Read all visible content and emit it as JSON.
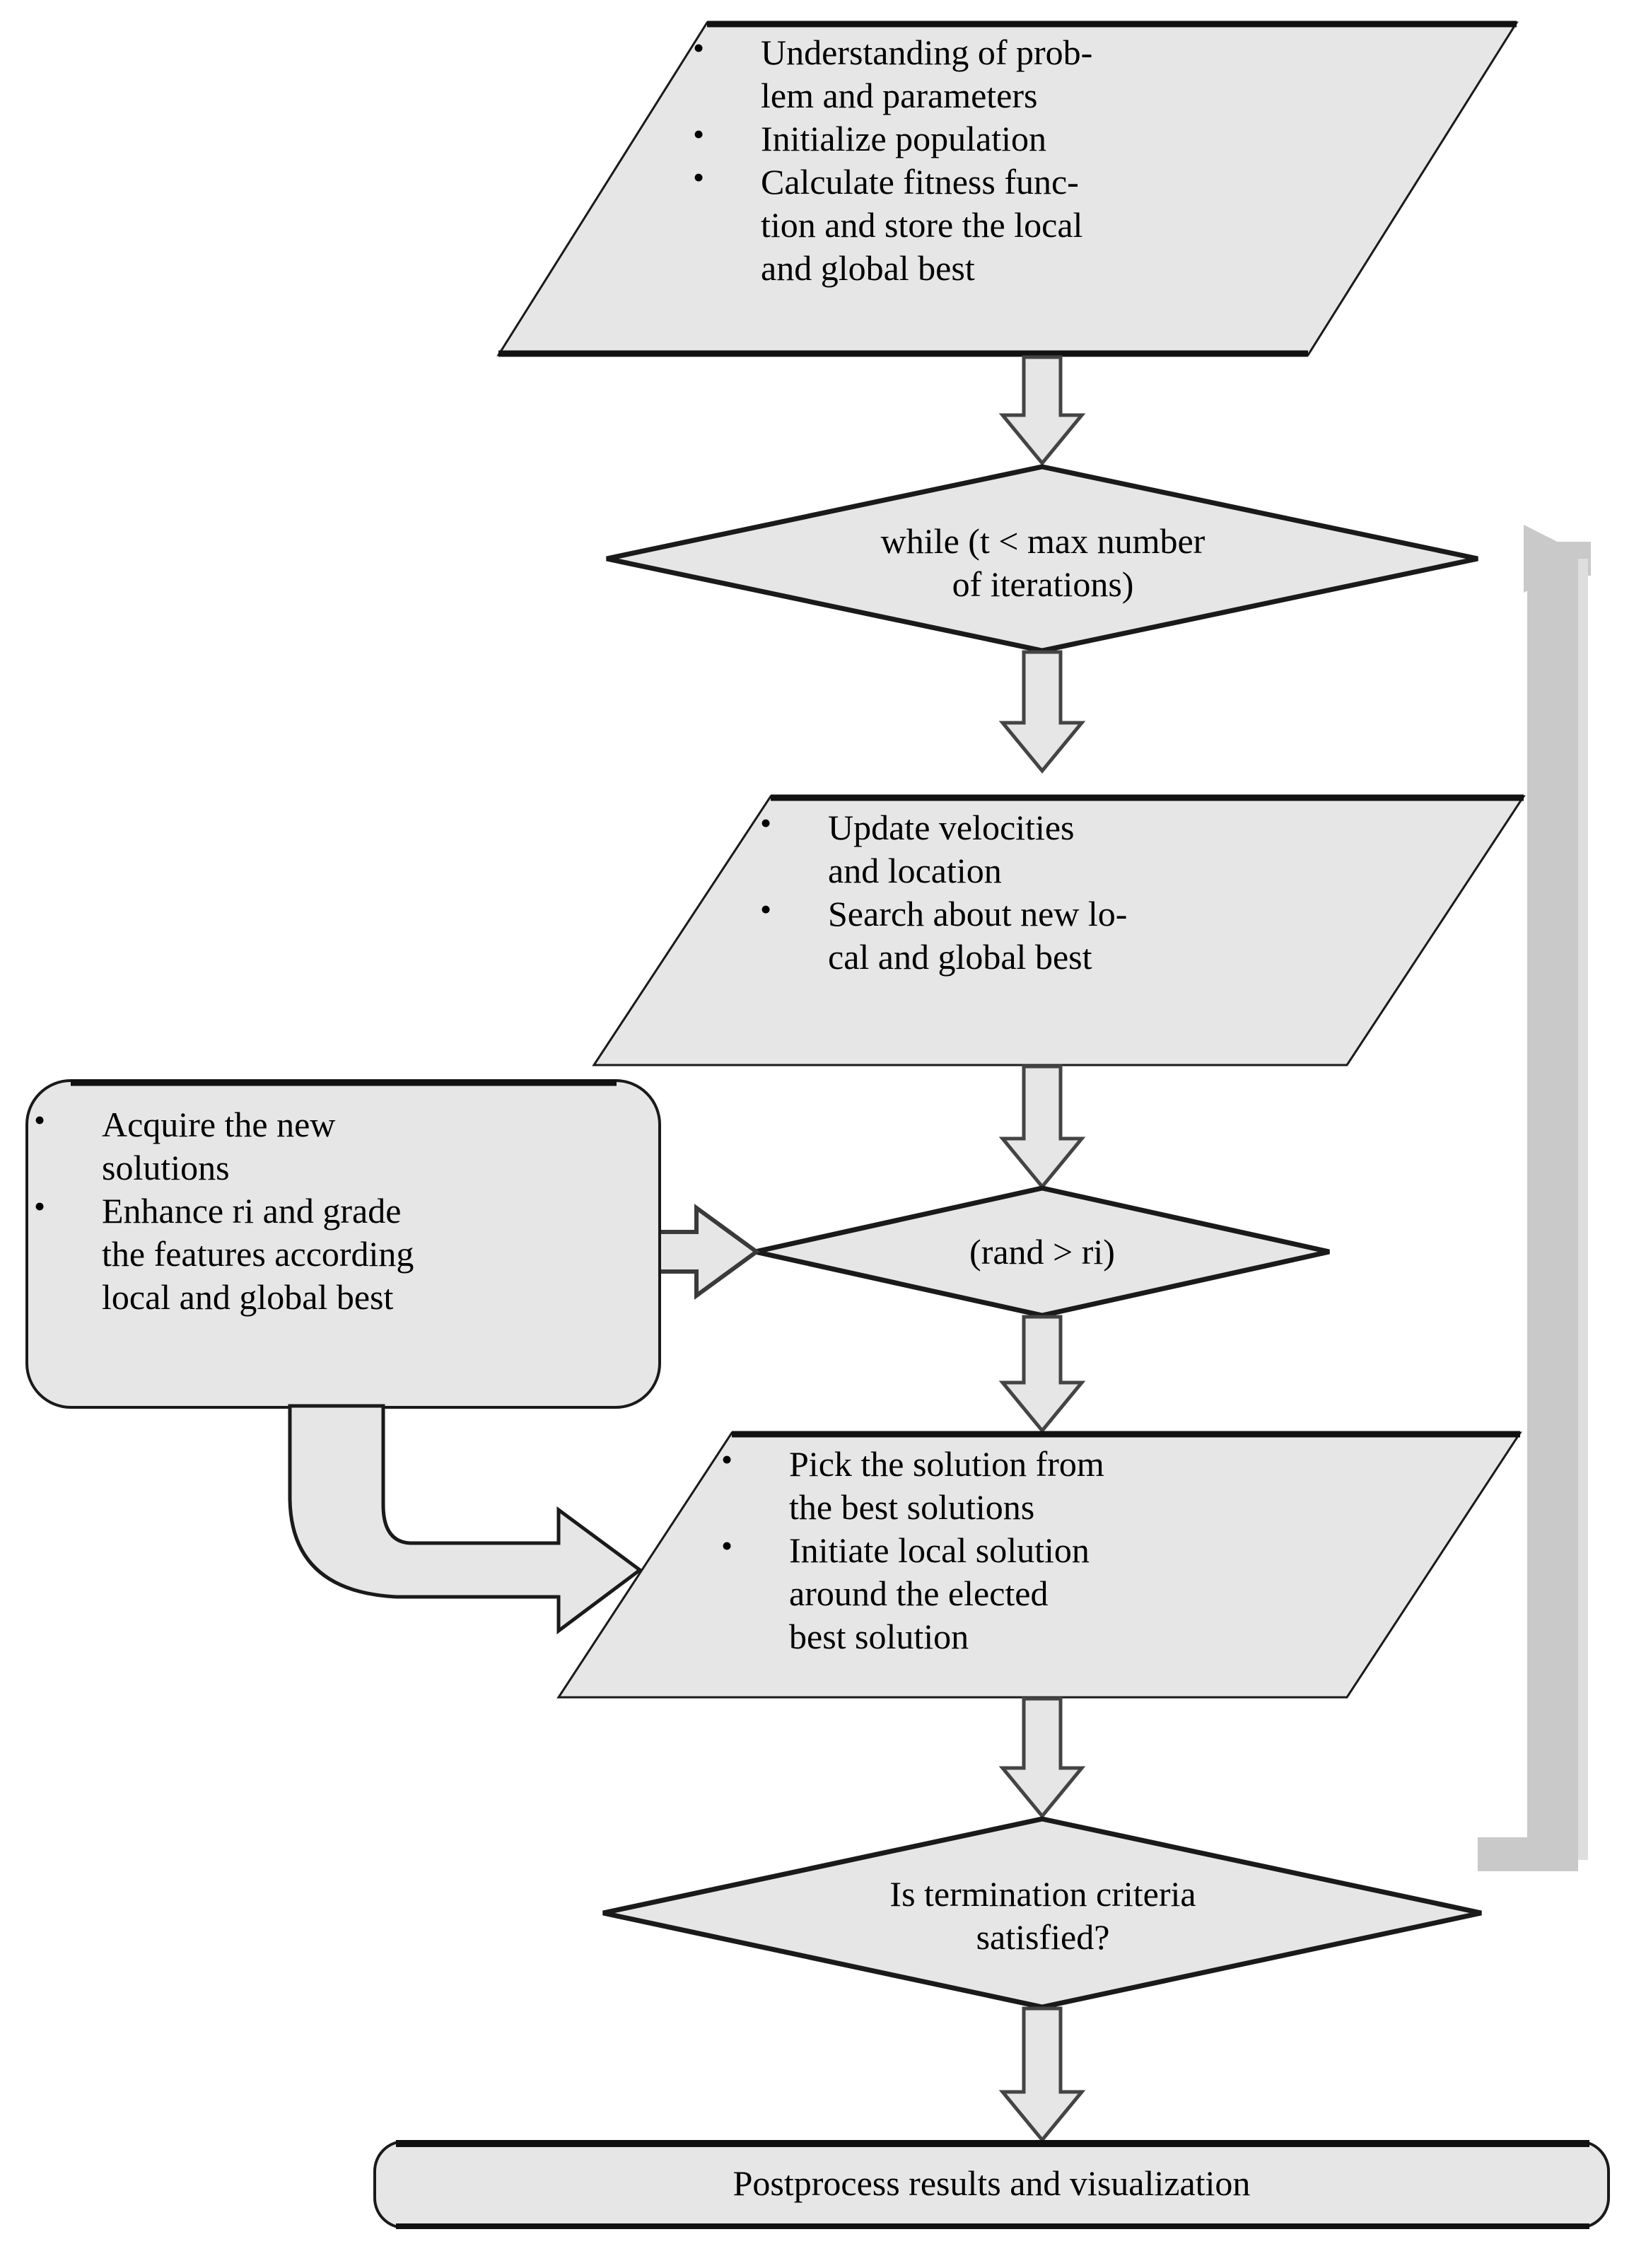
{
  "diagram": {
    "title": "Hybrid PSO-Bat algorithm flowchart",
    "fill_color": "#e6e6e6",
    "stroke_color": "#1a1a1a",
    "loop_arrow_color": "#c9c9c9",
    "background_color": "#ffffff"
  },
  "nodes": {
    "start_block": {
      "shape": "parallelogram",
      "bullets": [
        "Understanding of prob-\nlem and parameters",
        "Initialize population",
        "Calculate  fitness  func-\ntion and store the local\nand global best"
      ],
      "bullet_glyph": "•"
    },
    "while_decision": {
      "shape": "diamond",
      "label": "while (t < max number\nof iterations)"
    },
    "update_block": {
      "shape": "parallelogram",
      "bullets": [
        "Update       velocities\nand location",
        "Search about new lo-\ncal and global best"
      ],
      "bullet_glyph": "•"
    },
    "rand_decision": {
      "shape": "diamond",
      "label": "(rand > ri)"
    },
    "acquire_block": {
      "shape": "rounded-rectangle",
      "bullets": [
        "Acquire the new\nsolutions",
        "Enhance ri and grade\nthe features according\nlocal and global best"
      ],
      "bullet_glyph": "•"
    },
    "pick_block": {
      "shape": "parallelogram",
      "bullets": [
        "Pick the solution from\nthe best solutions",
        "Initiate local solution\naround the elected\nbest solution"
      ],
      "bullet_glyph": "•"
    },
    "termination_decision": {
      "shape": "diamond",
      "label": "Is termination criteria\nsatisfied?"
    },
    "postprocess_block": {
      "shape": "rounded-rectangle",
      "label": "Postprocess results and visualization"
    }
  },
  "connectors": [
    {
      "name": "start-to-while",
      "kind": "block-arrow-down"
    },
    {
      "name": "while-to-update",
      "kind": "block-arrow-down"
    },
    {
      "name": "update-to-rand",
      "kind": "block-arrow-down"
    },
    {
      "name": "rand-to-acquire",
      "kind": "block-arrow-left"
    },
    {
      "name": "rand-to-pick",
      "kind": "block-arrow-down"
    },
    {
      "name": "acquire-to-pick",
      "kind": "curved-block-arrow"
    },
    {
      "name": "pick-to-termination",
      "kind": "block-arrow-down"
    },
    {
      "name": "termination-to-postprocess",
      "kind": "block-arrow-down"
    },
    {
      "name": "termination-to-while-loopback",
      "kind": "gray-loop-arrow"
    }
  ]
}
